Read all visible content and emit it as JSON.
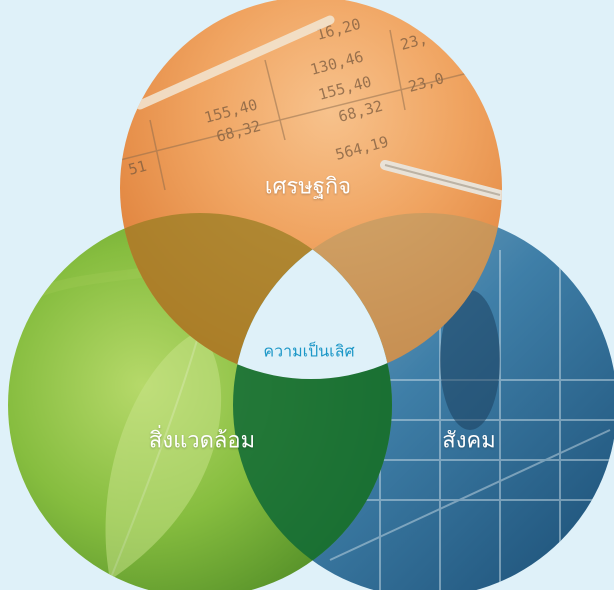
{
  "diagram": {
    "economy_label": "เศรษฐกิจ",
    "environment_label": "สิ่งแวดล้อม",
    "society_label": "สังคม",
    "center_label": "ความเป็นเลิศ",
    "colors": {
      "background": "#dff1f9",
      "economy": "#ea8f4a",
      "environment": "#7fb43a",
      "society": "#2a6b99",
      "center_fill": "#dff1f9",
      "center_text": "#1c97c7"
    }
  },
  "economy_figures": [
    "16,20",
    "130,46",
    "155,40",
    "68,32",
    "155,40",
    "68,32",
    "564,19",
    "23,",
    "23,0",
    "51"
  ]
}
